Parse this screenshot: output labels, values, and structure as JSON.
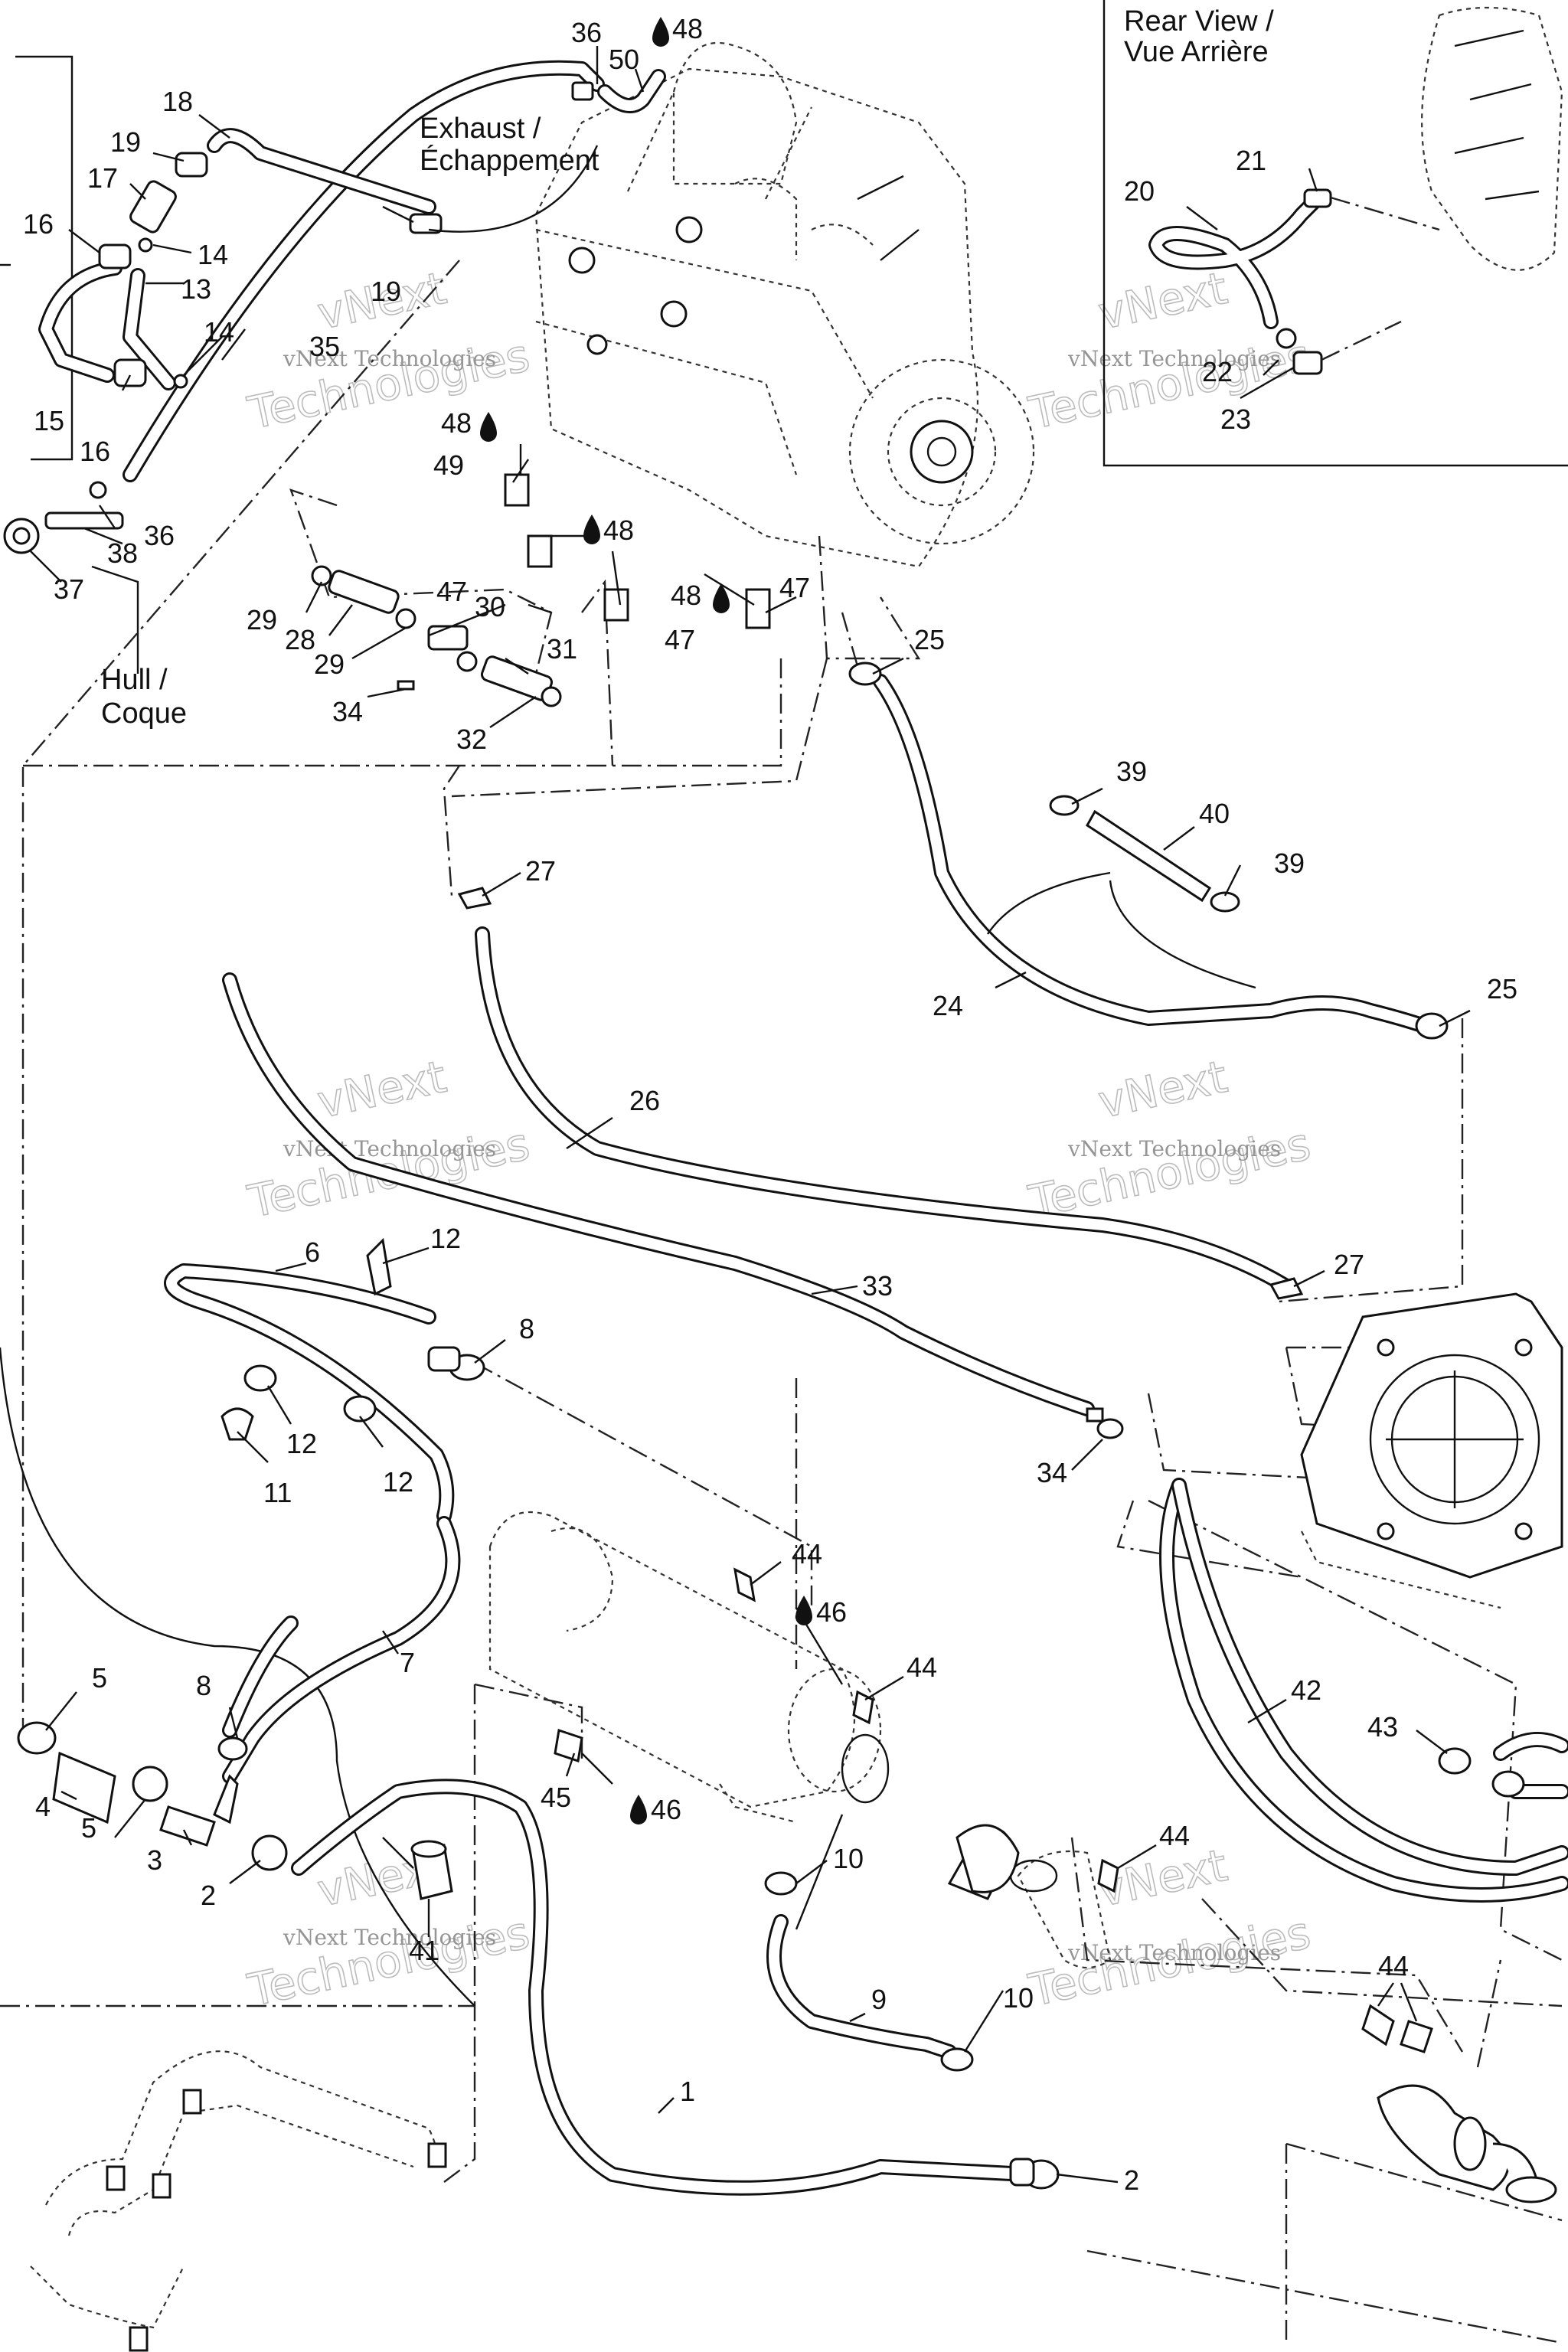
{
  "inset": {
    "title_line1": "Rear View /",
    "title_line2": "Vue Arrière"
  },
  "annotations": {
    "exhaust_line1": "Exhaust /",
    "exhaust_line2": "Échappement",
    "hull_line1": "Hull /",
    "hull_line2": "Coque"
  },
  "watermark": {
    "line1": "vNext Technologies",
    "line2": "vNext",
    "line3": "Technologies"
  },
  "callouts": [
    {
      "id": "c36a",
      "num": "36"
    },
    {
      "id": "c48a",
      "num": "48"
    },
    {
      "id": "c50",
      "num": "50"
    },
    {
      "id": "c18",
      "num": "18"
    },
    {
      "id": "c19a",
      "num": "19"
    },
    {
      "id": "c17",
      "num": "17"
    },
    {
      "id": "c16a",
      "num": "16"
    },
    {
      "id": "c14a",
      "num": "14"
    },
    {
      "id": "c13",
      "num": "13"
    },
    {
      "id": "c19b",
      "num": "19"
    },
    {
      "id": "c14b",
      "num": "14"
    },
    {
      "id": "c35",
      "num": "35"
    },
    {
      "id": "c15",
      "num": "15"
    },
    {
      "id": "c16b",
      "num": "16"
    },
    {
      "id": "c48b",
      "num": "48"
    },
    {
      "id": "c49",
      "num": "49"
    },
    {
      "id": "c36b",
      "num": "36"
    },
    {
      "id": "c38",
      "num": "38"
    },
    {
      "id": "c37",
      "num": "37"
    },
    {
      "id": "c48c",
      "num": "48"
    },
    {
      "id": "c47a",
      "num": "47"
    },
    {
      "id": "c30",
      "num": "30"
    },
    {
      "id": "c29a",
      "num": "29"
    },
    {
      "id": "c28",
      "num": "28"
    },
    {
      "id": "c29b",
      "num": "29"
    },
    {
      "id": "c31",
      "num": "31"
    },
    {
      "id": "c34a",
      "num": "34"
    },
    {
      "id": "c32",
      "num": "32"
    },
    {
      "id": "c47b",
      "num": "47"
    },
    {
      "id": "c48d",
      "num": "48"
    },
    {
      "id": "c47c",
      "num": "47"
    },
    {
      "id": "c21",
      "num": "21"
    },
    {
      "id": "c20",
      "num": "20"
    },
    {
      "id": "c22",
      "num": "22"
    },
    {
      "id": "c23",
      "num": "23"
    },
    {
      "id": "c25a",
      "num": "25"
    },
    {
      "id": "c39a",
      "num": "39"
    },
    {
      "id": "c40",
      "num": "40"
    },
    {
      "id": "c39b",
      "num": "39"
    },
    {
      "id": "c27a",
      "num": "27"
    },
    {
      "id": "c24",
      "num": "24"
    },
    {
      "id": "c25b",
      "num": "25"
    },
    {
      "id": "c26",
      "num": "26"
    },
    {
      "id": "c6",
      "num": "6"
    },
    {
      "id": "c12a",
      "num": "12"
    },
    {
      "id": "c8a",
      "num": "8"
    },
    {
      "id": "c33",
      "num": "33"
    },
    {
      "id": "c27b",
      "num": "27"
    },
    {
      "id": "c12b",
      "num": "12"
    },
    {
      "id": "c11",
      "num": "11"
    },
    {
      "id": "c12c",
      "num": "12"
    },
    {
      "id": "c34b",
      "num": "34"
    },
    {
      "id": "c44a",
      "num": "44"
    },
    {
      "id": "c46a",
      "num": "46"
    },
    {
      "id": "c44b",
      "num": "44"
    },
    {
      "id": "c42",
      "num": "42"
    },
    {
      "id": "c5a",
      "num": "5"
    },
    {
      "id": "c8b",
      "num": "8"
    },
    {
      "id": "c7",
      "num": "7"
    },
    {
      "id": "c43",
      "num": "43"
    },
    {
      "id": "c45",
      "num": "45"
    },
    {
      "id": "c46b",
      "num": "46"
    },
    {
      "id": "c4",
      "num": "4"
    },
    {
      "id": "c5b",
      "num": "5"
    },
    {
      "id": "c3",
      "num": "3"
    },
    {
      "id": "c2a",
      "num": "2"
    },
    {
      "id": "c10a",
      "num": "10"
    },
    {
      "id": "c44c",
      "num": "44"
    },
    {
      "id": "c41",
      "num": "41"
    },
    {
      "id": "c9",
      "num": "9"
    },
    {
      "id": "c10b",
      "num": "10"
    },
    {
      "id": "c44d",
      "num": "44"
    },
    {
      "id": "c1",
      "num": "1"
    },
    {
      "id": "c2b",
      "num": "2"
    }
  ]
}
